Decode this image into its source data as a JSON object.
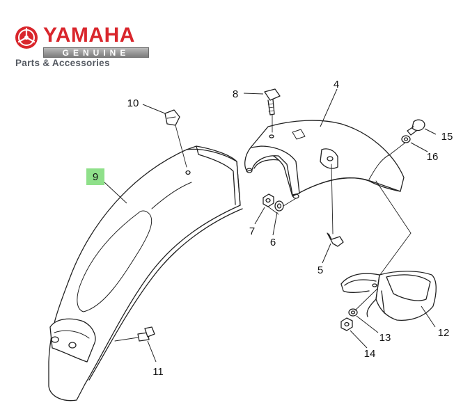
{
  "logo": {
    "brand": "YAMAHA",
    "genuine": "GENUINE",
    "tagline": "Parts & Accessories",
    "brand_color": "#d9262c"
  },
  "callouts": {
    "c4": "4",
    "c5": "5",
    "c6": "6",
    "c7": "7",
    "c8": "8",
    "c9": "9",
    "c10": "10",
    "c11": "11",
    "c12": "12",
    "c13": "13",
    "c14": "14",
    "c15": "15",
    "c16": "16"
  },
  "highlight_color": "#8fe08a"
}
